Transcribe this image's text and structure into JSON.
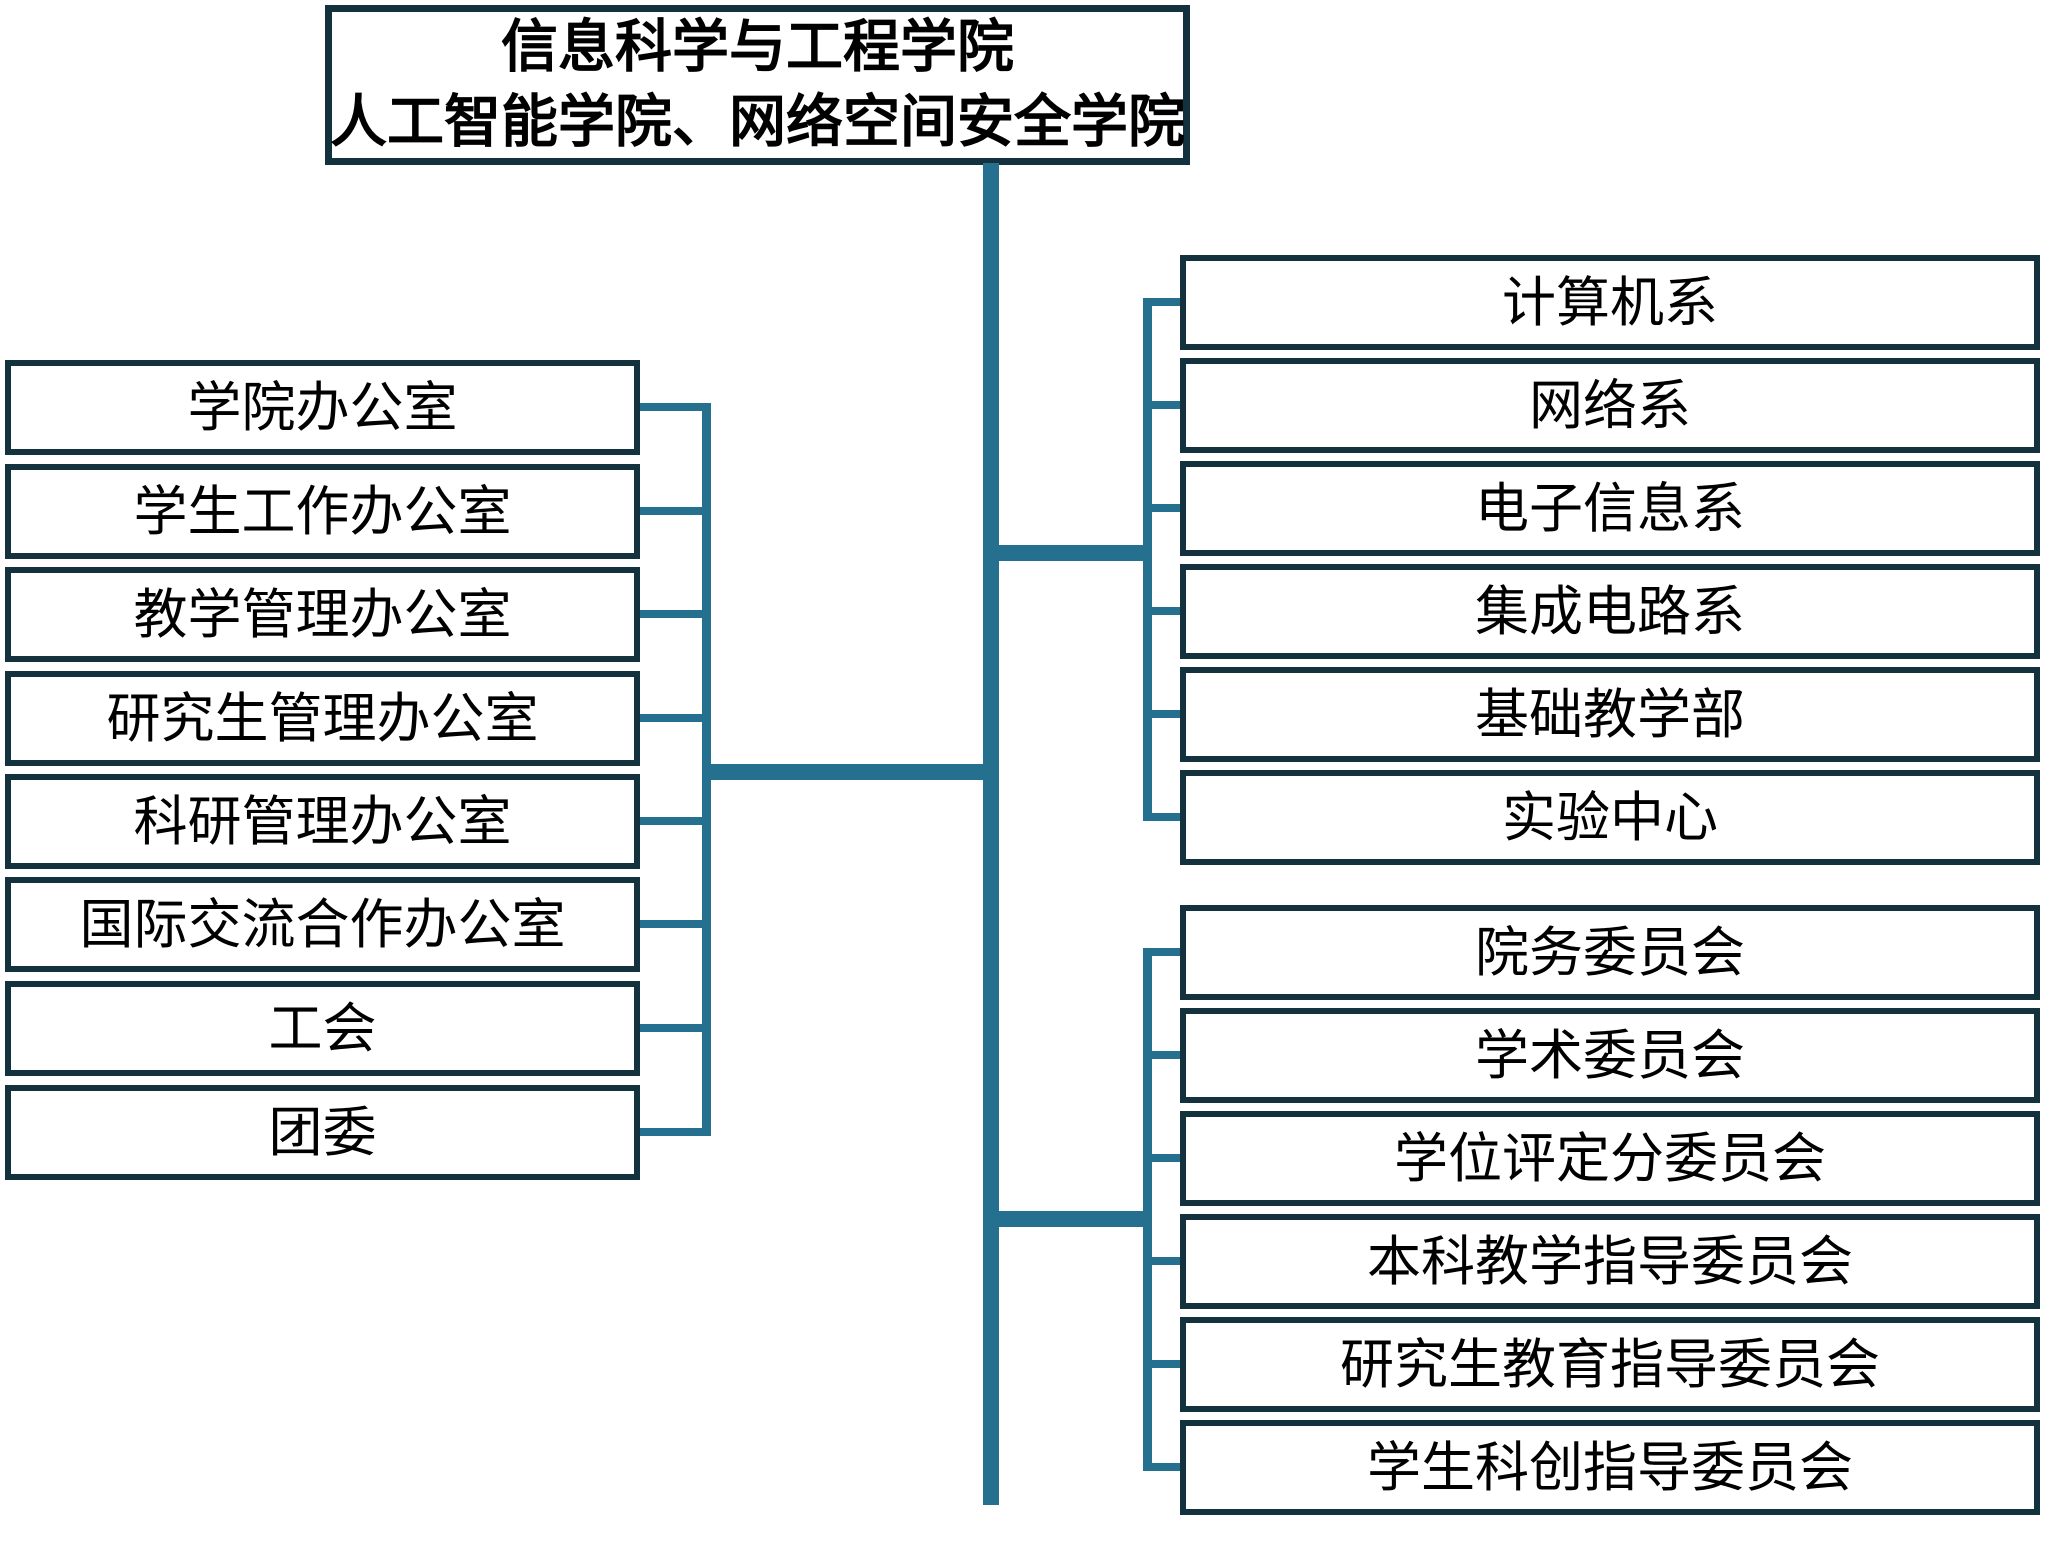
{
  "colors": {
    "accent": "#26708f",
    "box_border": "#14323e",
    "text_color": "#000000",
    "background": "#ffffff"
  },
  "title": {
    "line1": "信息科学与工程学院",
    "line2": "人工智能学院、网络空间安全学院"
  },
  "left_group": {
    "items": [
      "学院办公室",
      "学生工作办公室",
      "教学管理办公室",
      "研究生管理办公室",
      "科研管理办公室",
      "国际交流合作办公室",
      "工会",
      "团委"
    ]
  },
  "right_top_group": {
    "items": [
      "计算机系",
      "网络系",
      "电子信息系",
      "集成电路系",
      "基础教学部",
      "实验中心"
    ]
  },
  "right_bottom_group": {
    "items": [
      "院务委员会",
      "学术委员会",
      "学位评定分委员会",
      "本科教学指导委员会",
      "研究生教育指导委员会",
      "学生科创指导委员会"
    ]
  }
}
